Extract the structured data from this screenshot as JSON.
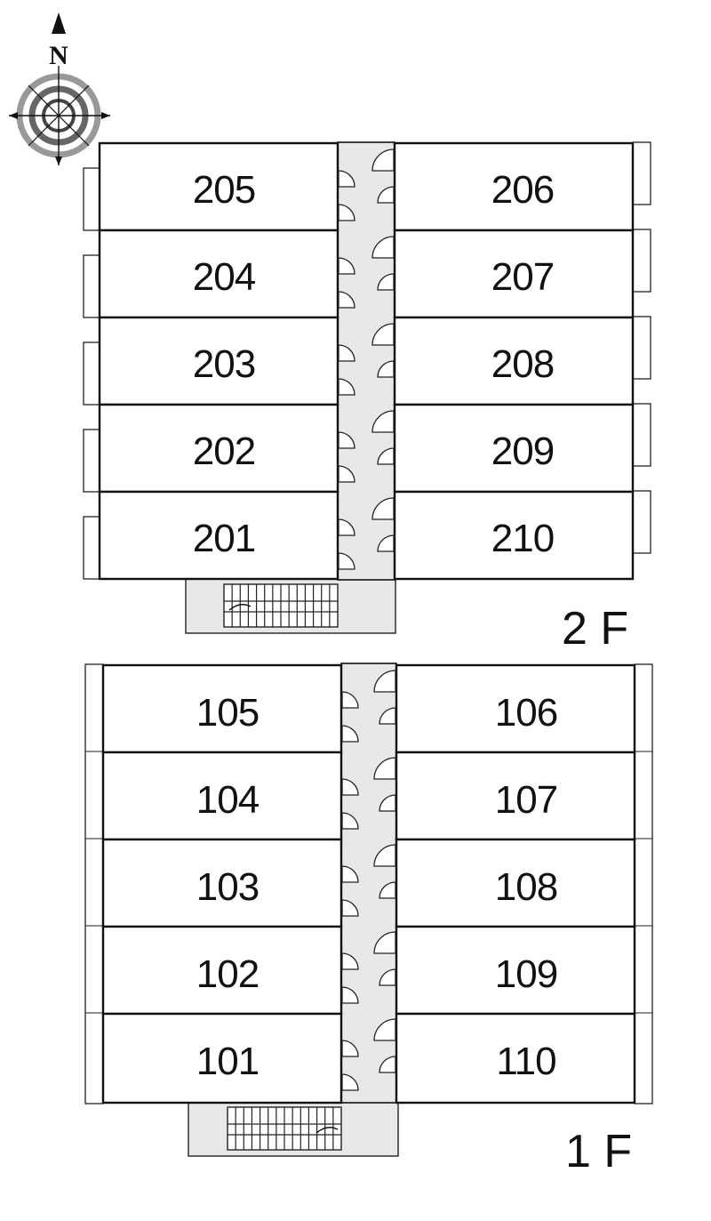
{
  "compass": {
    "north_label": "N",
    "icon": "compass-rose-icon"
  },
  "floors": [
    {
      "label": "2 F",
      "left_rooms": [
        "205",
        "204",
        "203",
        "202",
        "201"
      ],
      "right_rooms": [
        "206",
        "207",
        "208",
        "209",
        "210"
      ]
    },
    {
      "label": "1 F",
      "left_rooms": [
        "105",
        "104",
        "103",
        "102",
        "101"
      ],
      "right_rooms": [
        "106",
        "107",
        "108",
        "109",
        "110"
      ]
    }
  ],
  "colors": {
    "corridor": "#e8e8e8",
    "wall": "#111111",
    "background": "#ffffff"
  }
}
